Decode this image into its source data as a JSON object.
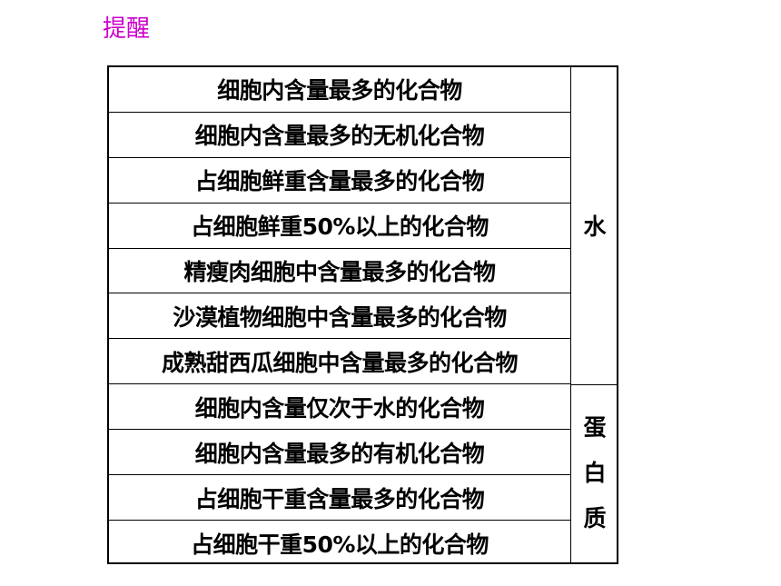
{
  "title": "提醒",
  "table": {
    "group1": {
      "answer": "水",
      "rows": [
        "细胞内含量最多的化合物",
        "细胞内含量最多的无机化合物",
        "占细胞鲜重含量最多的化合物",
        "占细胞鲜重50%以上的化合物",
        "精瘦肉细胞中含量最多的化合物",
        "沙漠植物细胞中含量最多的化合物",
        "成熟甜西瓜细胞中含量最多的化合物"
      ]
    },
    "group2": {
      "answer_chars": [
        "蛋",
        "白",
        "质"
      ],
      "rows": [
        "细胞内含量仅次于水的化合物",
        "细胞内含量最多的有机化合物",
        "占细胞干重含量最多的化合物",
        "占细胞干重50%以上的化合物"
      ]
    }
  }
}
